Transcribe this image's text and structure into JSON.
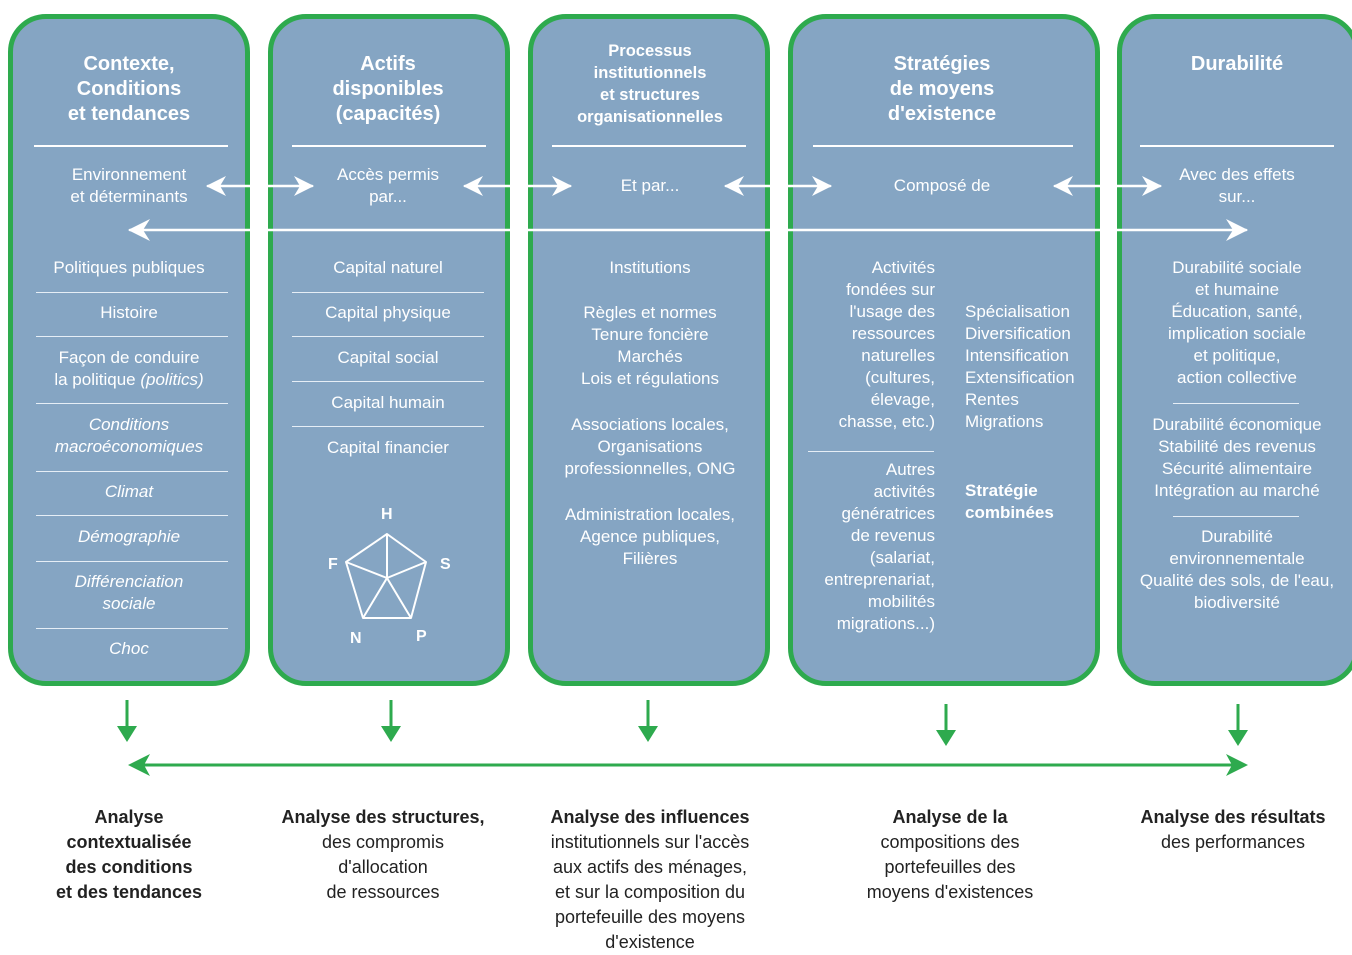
{
  "columns": [
    {
      "title": [
        "Contexte,",
        "Conditions",
        "et tendances"
      ],
      "relation": [
        "Environnement",
        "et déterminants"
      ],
      "items": [
        {
          "lines": [
            "Politiques publiques"
          ]
        },
        {
          "lines": [
            "Histoire"
          ]
        },
        {
          "lines": [
            "Façon de conduire",
            "la politique"
          ],
          "italic_suffix": "(politics)"
        },
        {
          "lines": [
            "Conditions",
            "macroéconomiques"
          ]
        },
        {
          "lines": [
            "Climat"
          ]
        },
        {
          "lines": [
            "Démographie"
          ]
        },
        {
          "lines": [
            "Différenciation",
            "sociale"
          ]
        },
        {
          "lines": [
            "Choc"
          ]
        }
      ]
    },
    {
      "title": [
        "Actifs",
        "disponibles",
        "(capacités)"
      ],
      "relation": [
        "Accès permis",
        "par..."
      ],
      "items": [
        {
          "lines": [
            "Capital naturel"
          ]
        },
        {
          "lines": [
            "Capital physique"
          ]
        },
        {
          "lines": [
            "Capital social"
          ]
        },
        {
          "lines": [
            "Capital humain"
          ]
        },
        {
          "lines": [
            "Capital financier"
          ]
        }
      ],
      "pentagon_labels": {
        "top": "H",
        "right": "S",
        "bottom_right": "P",
        "bottom_left": "N",
        "left": "F"
      }
    },
    {
      "title": [
        "Processus",
        "institutionnels",
        "et structures",
        "organisationnelles"
      ],
      "relation": [
        "Et par..."
      ],
      "groups": [
        [
          "Institutions"
        ],
        [
          "Règles et normes",
          "Tenure foncière",
          "Marchés",
          "Lois et régulations"
        ],
        [
          "Associations locales,",
          "Organisations",
          "professionnelles, ONG"
        ],
        [
          "Administration locales,",
          "Agence publiques,",
          "Filières"
        ]
      ]
    },
    {
      "title": [
        "Stratégies",
        "de moyens",
        "d'existence"
      ],
      "relation": [
        "Composé de"
      ],
      "left_groups": [
        [
          "Activités",
          "fondées sur",
          "l'usage des",
          "ressources",
          "naturelles",
          "(cultures,",
          "élevage,",
          "chasse, etc.)"
        ],
        [
          "Autres",
          "activités",
          "génératrices",
          "de revenus",
          "(salariat,",
          "entreprenariat,",
          "mobilités",
          "migrations...)"
        ]
      ],
      "right_list": [
        "Spécialisation",
        "Diversification",
        "Intensification",
        "Extensification",
        "Rentes",
        "Migrations"
      ],
      "right_bold": [
        "Stratégie",
        "combinées"
      ]
    },
    {
      "title": [
        "Durabilité"
      ],
      "relation": [
        "Avec des effets",
        "sur..."
      ],
      "groups": [
        [
          "Durabilité sociale",
          "et humaine",
          "Éducation, santé,",
          "implication sociale",
          "et politique,",
          "action collective"
        ],
        [
          "Durabilité économique",
          "Stabilité des revenus",
          "Sécurité alimentaire",
          "Intégration au marché"
        ],
        [
          "Durabilité",
          "environnementale",
          "Qualité des sols, de l'eau,",
          "biodiversité"
        ]
      ]
    }
  ],
  "bottom": [
    {
      "bold": [
        "Analyse",
        "contextualisée",
        "des conditions",
        "et des tendances"
      ],
      "normal": []
    },
    {
      "bold": [
        "Analyse des structures,"
      ],
      "normal": [
        "des compromis",
        "d'allocation",
        "de ressources"
      ]
    },
    {
      "bold": [
        "Analyse des influences"
      ],
      "normal": [
        "institutionnels sur l'accès",
        "aux actifs des ménages,",
        "et sur la composition du",
        "portefeuille des moyens",
        "d'existence"
      ]
    },
    {
      "bold": [
        "Analyse de la"
      ],
      "normal": [
        "compositions des",
        "portefeuilles des",
        "moyens d'existences"
      ]
    },
    {
      "bold": [
        "Analyse des résultats"
      ],
      "normal": [
        "des performances"
      ]
    }
  ],
  "colors": {
    "box_fill": "#85a5c3",
    "box_border": "#2eaa4e",
    "arrow_green": "#2eaa4e",
    "text_white": "#ffffff"
  }
}
